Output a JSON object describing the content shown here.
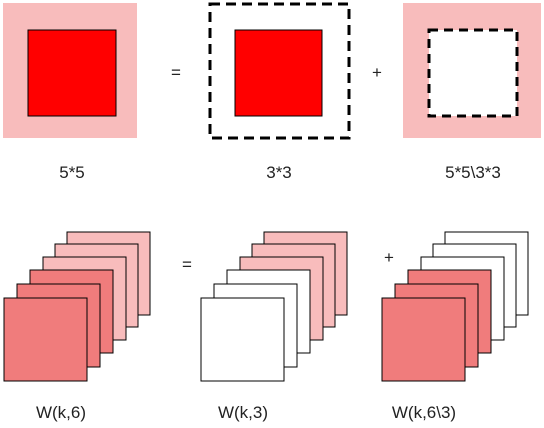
{
  "top_row": {
    "kernel_5x5": {
      "label": "5*5"
    },
    "equals": "=",
    "kernel_3x3": {
      "label": "3*3"
    },
    "plus": "+",
    "kernel_ring": {
      "label": "5*5\\3*3"
    }
  },
  "bottom_row": {
    "stack_full": {
      "label": "W(k,6)"
    },
    "equals": "=",
    "stack_first": {
      "label": "W(k,3)"
    },
    "plus": "+",
    "stack_rest": {
      "label": "W(k,6\\3)"
    }
  },
  "colors": {
    "light_pink": "#f8bcbc",
    "mid_pink": "#f07c7c",
    "red": "#ff0000",
    "white": "#ffffff",
    "stroke": "#000000"
  }
}
